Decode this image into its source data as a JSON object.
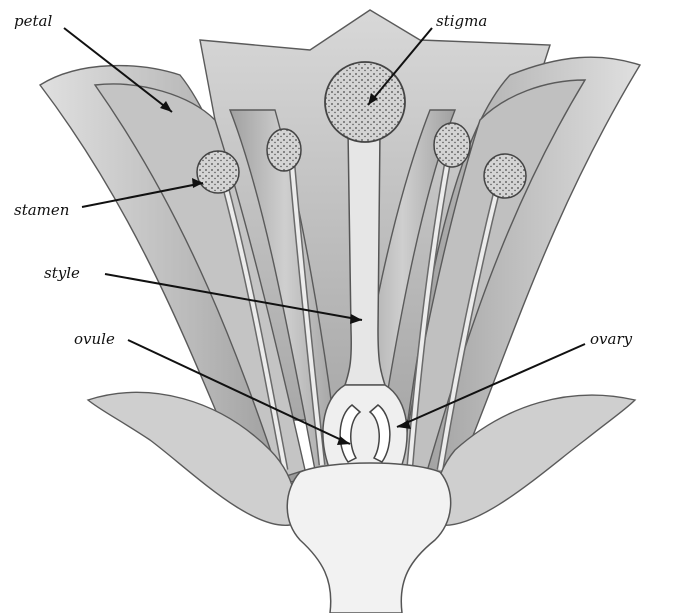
{
  "diagram": {
    "labels": {
      "petal": "petal",
      "stigma": "stigma",
      "stamen": "stamen",
      "style": "style",
      "ovule": "ovule",
      "ovary": "ovary"
    },
    "colors": {
      "ink": "#111111",
      "petal_light": "#d9d9d9",
      "petal_mid": "#bdbdbd",
      "petal_dark": "#9c9c9c",
      "receptacle": "#f2f2f2"
    }
  }
}
